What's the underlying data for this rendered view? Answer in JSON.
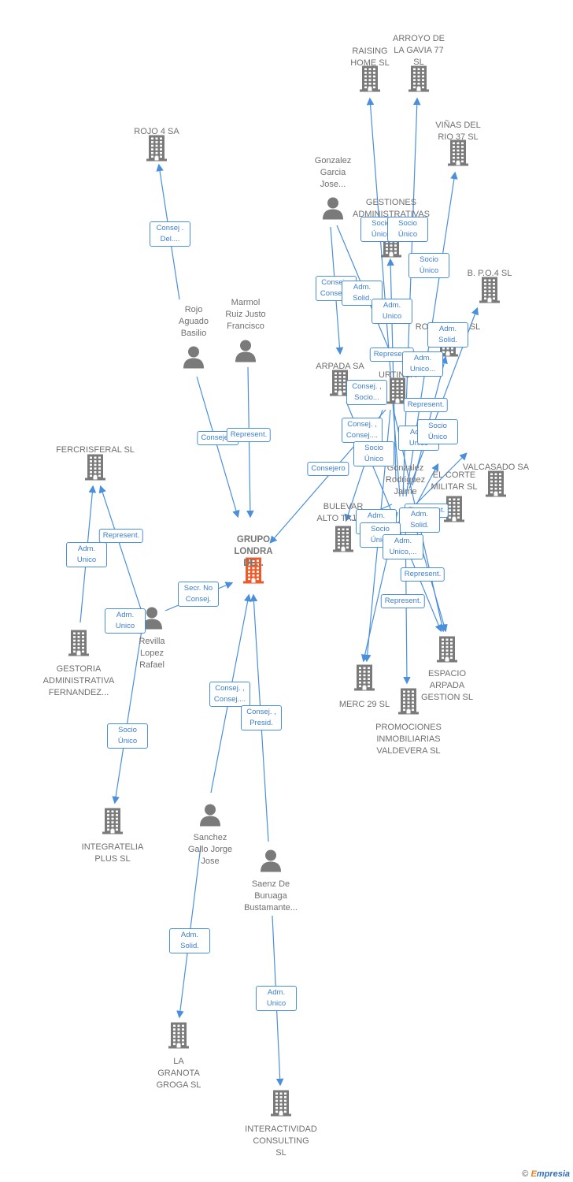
{
  "colors": {
    "center": "#f05a28",
    "company": "#7a7a7a",
    "person": "#7a7a7a",
    "edge": "#4a8fdc"
  },
  "footer": {
    "copyright": "©",
    "brand_initial": "E",
    "brand_rest": "mpresia"
  },
  "nodes": [
    {
      "id": "grupo",
      "type": "center",
      "label": "GRUPO\nLONDRA\nDE..."
    },
    {
      "id": "rojo4",
      "type": "company",
      "label": "ROJO 4 SA"
    },
    {
      "id": "raising",
      "type": "company",
      "label": "RAISING\nHOME SL"
    },
    {
      "id": "arroyo",
      "type": "company",
      "label": "ARROYO DE\nLA GAVIA 77\nSL"
    },
    {
      "id": "vinas",
      "type": "company",
      "label": "VIÑAS DEL\nRIO 37  SL"
    },
    {
      "id": "gestiones",
      "type": "company",
      "label": "GESTIONES\nADMINISTRATIVAS\nE..."
    },
    {
      "id": "bpo4",
      "type": "company",
      "label": "B. P.O.4 SL"
    },
    {
      "id": "rosario",
      "type": "company",
      "label": "ROSARIO 37 SL"
    },
    {
      "id": "arpada",
      "type": "company",
      "label": "ARPADA SA"
    },
    {
      "id": "urtinsa",
      "type": "company",
      "label": "URTINSA"
    },
    {
      "id": "valcasado",
      "type": "company",
      "label": "VALCASADO SA"
    },
    {
      "id": "elcorte",
      "type": "company",
      "label": "EL CORTE\nMILITAR SL"
    },
    {
      "id": "bulevar",
      "type": "company",
      "label": "BULEVAR\nALTO TAJO..."
    },
    {
      "id": "fercrisferal",
      "type": "company",
      "label": "FERCRISFERAL SL"
    },
    {
      "id": "gestoria",
      "type": "company",
      "label": "GESTORIA\nADMINISTRATIVA\nFERNANDEZ..."
    },
    {
      "id": "integratelia",
      "type": "company",
      "label": "INTEGRATELIA\nPLUS  SL"
    },
    {
      "id": "merc29",
      "type": "company",
      "label": "MERC 29  SL"
    },
    {
      "id": "espacio",
      "type": "company",
      "label": "ESPACIO\nARPADA\nGESTION SL"
    },
    {
      "id": "promociones",
      "type": "company",
      "label": "PROMOCIONES\nINMOBILIARIAS\nVALDEVERA SL"
    },
    {
      "id": "granota",
      "type": "company",
      "label": "LA\nGRANOTA\nGROGA  SL"
    },
    {
      "id": "interactividad",
      "type": "company",
      "label": "INTERACTIVIDAD\nCONSULTING\nSL"
    },
    {
      "id": "rojoaguado",
      "type": "person",
      "label": "Rojo\nAguado\nBasilio"
    },
    {
      "id": "marmol",
      "type": "person",
      "label": "Marmol\nRuiz Justo\nFrancisco"
    },
    {
      "id": "gonzalezgarcia",
      "type": "person",
      "label": "Gonzalez\nGarcia\nJose..."
    },
    {
      "id": "gonzalezrod",
      "type": "person",
      "label": "Gonzalez\nRodriguez\nJaime"
    },
    {
      "id": "revilla",
      "type": "person",
      "label": "Revilla\nLopez\nRafael"
    },
    {
      "id": "sanchez",
      "type": "person",
      "label": "Sanchez\nGallo Jorge\nJose"
    },
    {
      "id": "saenz",
      "type": "person",
      "label": "Saenz De\nBuruaga\nBustamante..."
    }
  ],
  "relations": [
    {
      "text": "Consej .\nDel...."
    },
    {
      "text": "Consejero"
    },
    {
      "text": "Represent."
    },
    {
      "text": "Secr.  No\nConsej."
    },
    {
      "text": "Represent."
    },
    {
      "text": "Adm.\nUnico"
    },
    {
      "text": "Adm.\nUnico"
    },
    {
      "text": "Socio\nÚnico"
    },
    {
      "text": "Consej. ,\nConsej...."
    },
    {
      "text": "Consej. ,\nPresid."
    },
    {
      "text": "Adm.\nSolid."
    },
    {
      "text": "Adm.\nUnico"
    },
    {
      "text": "Socio\nÚnico"
    },
    {
      "text": "Socio\nÚnico"
    },
    {
      "text": "Socio\nÚnico"
    },
    {
      "text": "Consej. ,\nConsej...."
    },
    {
      "text": "Adm.\nSolid."
    },
    {
      "text": "Adm.\nUnico"
    },
    {
      "text": "Adm.\nSolid."
    },
    {
      "text": "Represent."
    },
    {
      "text": "Adm.\nUnico..."
    },
    {
      "text": "Consej. ,\nSocio..."
    },
    {
      "text": "Represent."
    },
    {
      "text": "Consej. ,\nConsej...."
    },
    {
      "text": "Adm.\nUnico"
    },
    {
      "text": "Socio\nÚnico"
    },
    {
      "text": "Socio\nÚnico"
    },
    {
      "text": "Consejero"
    },
    {
      "text": "Adm.\nUnico"
    },
    {
      "text": "Represent."
    },
    {
      "text": "Adm.\nSolid."
    },
    {
      "text": "Socio\nÚnico"
    },
    {
      "text": "Adm.\nUnico,..."
    },
    {
      "text": "Represent."
    },
    {
      "text": "Represent."
    }
  ]
}
